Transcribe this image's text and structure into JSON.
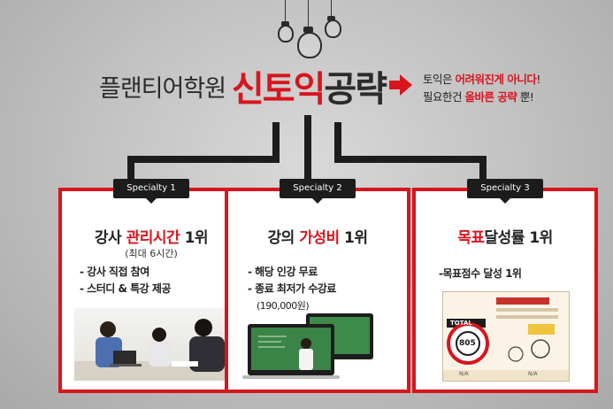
{
  "header": {
    "academy": "플랜티어학원",
    "title_red": "신토익",
    "title_dark": "공략",
    "tagline_line1_pre": "토익은 ",
    "tagline_line1_hl": "어려워진게 아니다",
    "tagline_line1_post": "!",
    "tagline_line2_pre": "필요한건 ",
    "tagline_line2_hl": "올바른 공략",
    "tagline_line2_post": " 뿐!"
  },
  "cards": [
    {
      "badge": "Specialty 1",
      "title_pre": "강사 ",
      "title_hl": "관리시간",
      "title_post": " 1위",
      "sub": "(최대 6시간)",
      "bullets": [
        "- 강사 직접 참여",
        "- 스터디 & 특강 제공"
      ]
    },
    {
      "badge": "Specialty 2",
      "title_pre": "강의 ",
      "title_hl": "가성비",
      "title_post": " 1위",
      "bullets": [
        "- 해당 인강 무료",
        "- 종료 최저가 수강료"
      ],
      "note": "(190,000원)"
    },
    {
      "badge": "Specialty 3",
      "title_hl": "목표",
      "title_post": "달성률 1위",
      "bullets": [
        "-목표점수 달성 1위"
      ],
      "doc": {
        "total_label": "TOTAL",
        "score": "805",
        "na_left": "N/A",
        "na_right": "N/A"
      }
    }
  ],
  "colors": {
    "accent": "#d8151e",
    "dark": "#1c1c1c"
  }
}
